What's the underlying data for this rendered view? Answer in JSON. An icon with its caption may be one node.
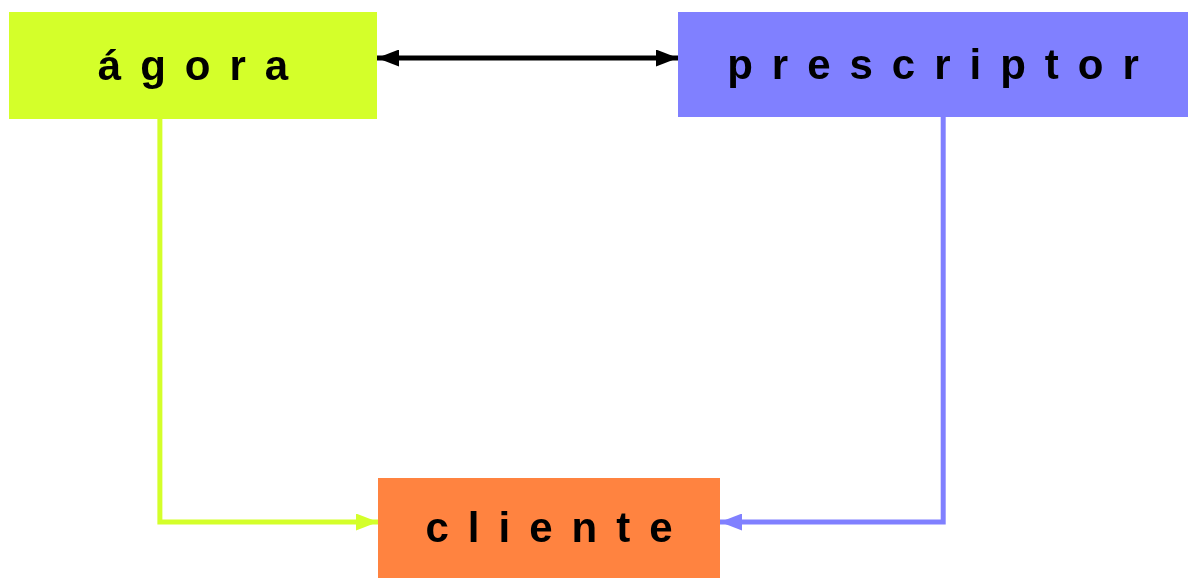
{
  "diagram": {
    "nodes": [
      {
        "text": [
          "ágora"
        ]
      },
      {
        "text": [
          "prescriptor"
        ]
      },
      {
        "text": [
          "cliente"
        ]
      }
    ],
    "edges": [
      {
        "from": 0,
        "to": 1,
        "arrow": "both",
        "color": "#000000"
      },
      {
        "from": 0,
        "to": 2,
        "arrow": "to",
        "color": "#d4ff2a"
      },
      {
        "from": 1,
        "to": 2,
        "arrow": "to",
        "color": "#8080ff"
      }
    ]
  }
}
